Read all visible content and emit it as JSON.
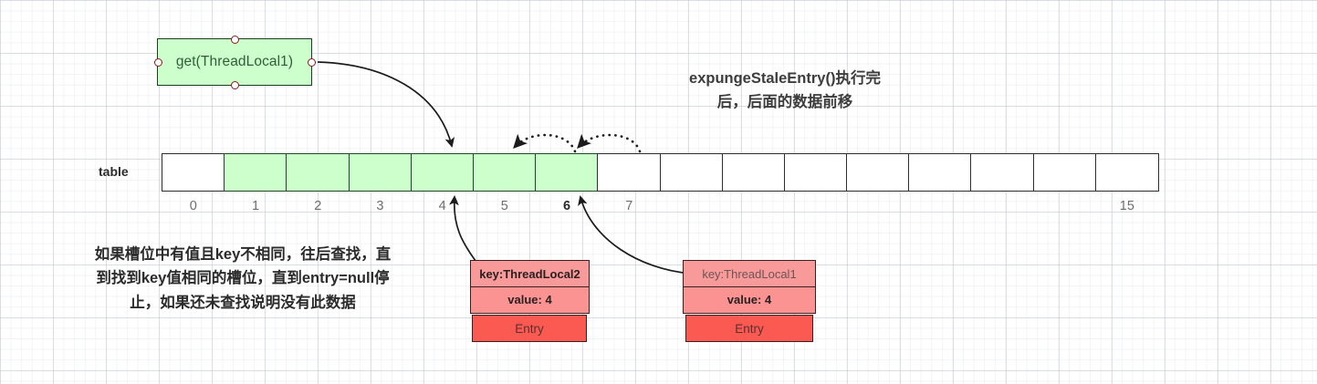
{
  "source_box": {
    "label": "get(ThreadLocal1)",
    "ports": [
      "top",
      "right",
      "bottom",
      "left"
    ],
    "fill": "#ccffcc",
    "border": "#14421b"
  },
  "headline": {
    "line1": "expungeStaleEntry()执行完",
    "line2": "后，后面的数据前移"
  },
  "table": {
    "label": "table",
    "slot_count": 16,
    "filled_indices": [
      1,
      2,
      3,
      4,
      5,
      6
    ],
    "fill_color": "#ccffcc",
    "empty_color": "#ffffff",
    "indices": [
      {
        "value": "0",
        "strong": false,
        "show": true
      },
      {
        "value": "1",
        "strong": false,
        "show": true
      },
      {
        "value": "2",
        "strong": false,
        "show": true
      },
      {
        "value": "3",
        "strong": false,
        "show": true
      },
      {
        "value": "4",
        "strong": false,
        "show": true
      },
      {
        "value": "5",
        "strong": false,
        "show": true
      },
      {
        "value": "6",
        "strong": true,
        "show": true
      },
      {
        "value": "7",
        "strong": false,
        "show": true
      },
      {
        "value": "",
        "strong": false,
        "show": false
      },
      {
        "value": "",
        "strong": false,
        "show": false
      },
      {
        "value": "",
        "strong": false,
        "show": false
      },
      {
        "value": "",
        "strong": false,
        "show": false
      },
      {
        "value": "",
        "strong": false,
        "show": false
      },
      {
        "value": "",
        "strong": false,
        "show": false
      },
      {
        "value": "",
        "strong": false,
        "show": false
      },
      {
        "value": "15",
        "strong": false,
        "show": true
      }
    ]
  },
  "note": {
    "line1": "如果槽位中有值且key不相同，往后查找，直",
    "line2": "到找到key值相同的槽位，直到entry=null停",
    "line3": "止，如果还未查找说明没有此数据"
  },
  "entries": [
    {
      "name": "entry-threadlocal2",
      "key": "key:ThreadLocal2",
      "value": "value: 4",
      "footer": "Entry",
      "key_bold": true,
      "key_fill": "#f99a9a",
      "value_fill": "#fb9393",
      "footer_fill": "#fa5a52"
    },
    {
      "name": "entry-threadlocal1",
      "key": "key:ThreadLocal1",
      "value": "value: 4",
      "footer": "Entry",
      "key_bold": false,
      "key_fill": "#f99a9a",
      "value_fill": "#fb9393",
      "footer_fill": "#fa5a52"
    }
  ],
  "connectors": [
    {
      "name": "get-to-slot4",
      "style": "solid",
      "from": "get-box-right-port",
      "to": "slot-4-top"
    },
    {
      "name": "entry2-to-slot4",
      "style": "solid",
      "from": "entry-threadlocal2",
      "to": "slot-4-bottom"
    },
    {
      "name": "entry1-to-slot6",
      "style": "solid",
      "from": "entry-threadlocal1",
      "to": "slot-6-bottom"
    },
    {
      "name": "shift-6-to-5",
      "style": "dotted",
      "from": "slot-6-top",
      "to": "slot-5-top"
    },
    {
      "name": "shift-7-to-6",
      "style": "dotted",
      "from": "slot-7-top",
      "to": "slot-6-top"
    }
  ]
}
